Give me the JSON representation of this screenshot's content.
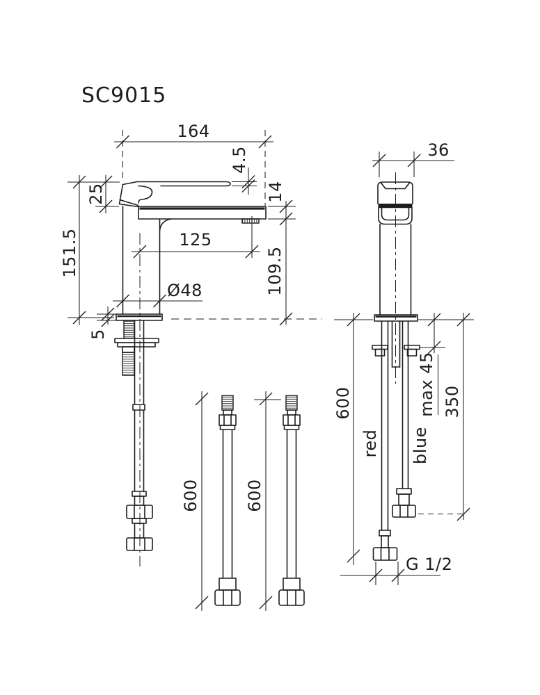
{
  "title": "SC9015",
  "colors": {
    "ink": "#1d1d1b",
    "background": "#ffffff"
  },
  "front_view": {
    "dim_overall_width": "164",
    "dim_lever_thickness": "4.5",
    "dim_handle_height": "25",
    "dim_overall_height": "151.5",
    "dim_spout_reach": "125",
    "dim_spout_thickness": "14",
    "dim_spout_clearance": "109.5",
    "dim_base_diameter": "Ø48",
    "dim_base_plate_height": "5"
  },
  "side_view": {
    "dim_body_width": "36",
    "dim_hose_length": "600",
    "dim_max_counter_thickness": "max 45",
    "dim_hose_drop": "350",
    "dim_thread_size": "G 1/2",
    "label_hot_hose": "red",
    "label_cold_hose": "blue"
  },
  "supply_hoses": {
    "dim_left_length": "600",
    "dim_right_length": "600"
  }
}
